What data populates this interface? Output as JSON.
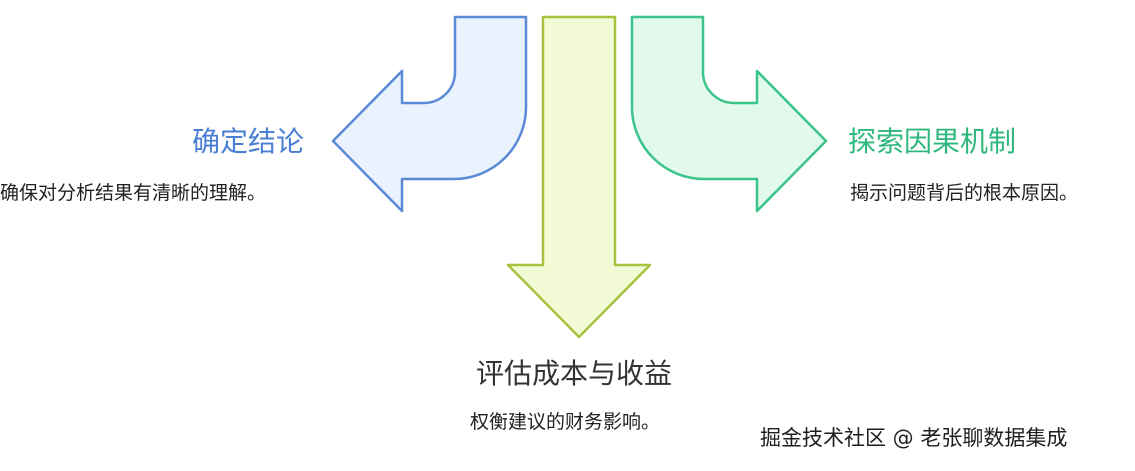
{
  "colors": {
    "left_stroke": "#5b8ad6",
    "left_fill": "#e9f2fd",
    "center_stroke": "#a6c23f",
    "center_fill": "#f3fbd6",
    "right_stroke": "#3dc48a",
    "right_fill": "#e2faee"
  },
  "left": {
    "title": "确定结论",
    "description": "确保对分析结果有清晰的理解。"
  },
  "center": {
    "title": "评估成本与收益",
    "description": "权衡建议的财务影响。"
  },
  "right": {
    "title": "探索因果机制",
    "description": "揭示问题背后的根本原因。"
  },
  "watermark": "掘金技术社区 @ 老张聊数据集成"
}
